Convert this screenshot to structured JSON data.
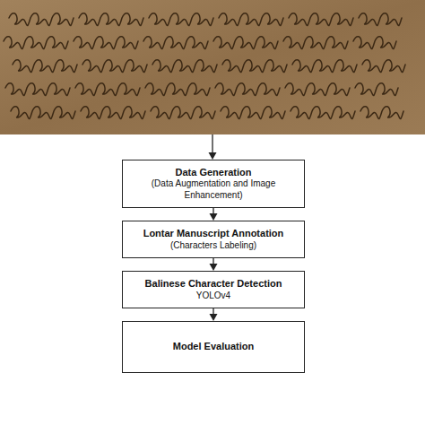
{
  "diagram": {
    "nodes": [
      {
        "text": [
          "Data Generation",
          "(Data Augmentation and Image Enhancement)"
        ]
      },
      {
        "text": [
          "Lontar Manuscript Annotation",
          "(Characters Labeling)"
        ]
      },
      {
        "text": [
          "Balinese Character Detection",
          "YOLOv4"
        ]
      },
      {
        "text": [
          "Model Evaluation"
        ]
      }
    ],
    "edges": [
      {
        "from": 0,
        "to": 1,
        "arrow": "to"
      },
      {
        "from": 1,
        "to": 2,
        "arrow": "to"
      },
      {
        "from": 2,
        "to": 3,
        "arrow": "to"
      }
    ]
  }
}
